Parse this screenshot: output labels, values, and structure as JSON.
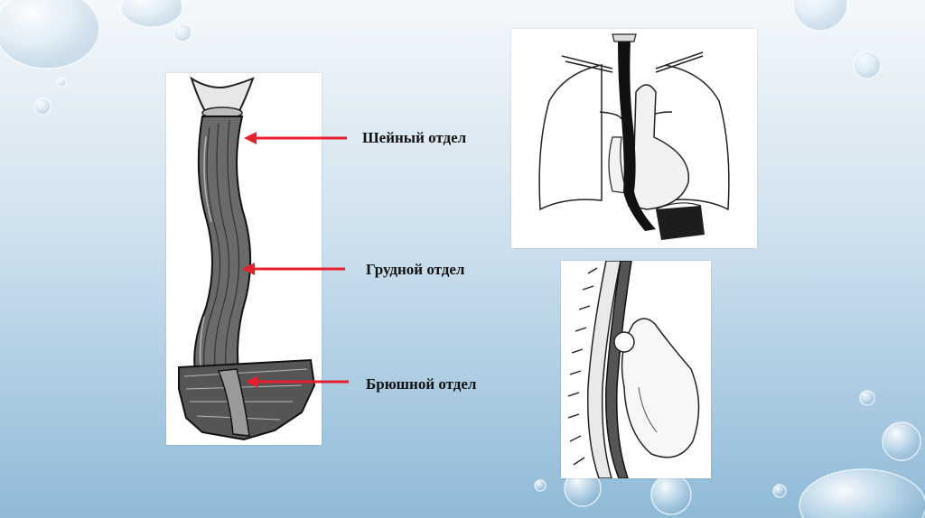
{
  "slide": {
    "labels": {
      "cervical": "Шейный отдел",
      "thoracic": "Грудной отдел",
      "abdominal": "Брюшной отдел"
    }
  },
  "colors": {
    "arrow": "#e8202e",
    "panel": "#ffffff",
    "background_top": "#f4f8fb",
    "background_bottom": "#8fbad8"
  }
}
